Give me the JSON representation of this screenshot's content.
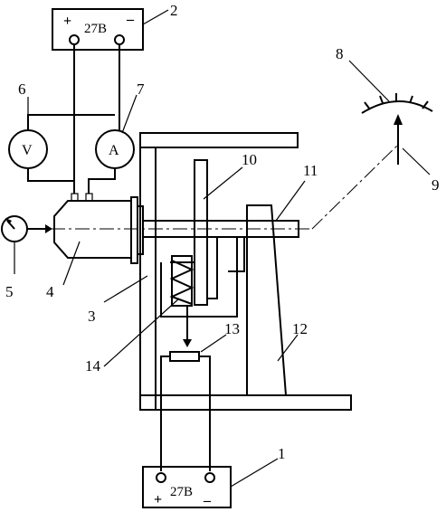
{
  "supply_top": {
    "voltage": "27B",
    "plus": "+",
    "minus": "–"
  },
  "supply_bottom": {
    "voltage": "27B",
    "plus": "+",
    "minus": "–"
  },
  "voltmeter": {
    "symbol": "V"
  },
  "ammeter": {
    "symbol": "A"
  },
  "labels": {
    "n1": "1",
    "n2": "2",
    "n3": "3",
    "n4": "4",
    "n5": "5",
    "n6": "6",
    "n7": "7",
    "n8": "8",
    "n9": "9",
    "n10": "10",
    "n11": "11",
    "n12": "12",
    "n13": "13",
    "n14": "14"
  }
}
